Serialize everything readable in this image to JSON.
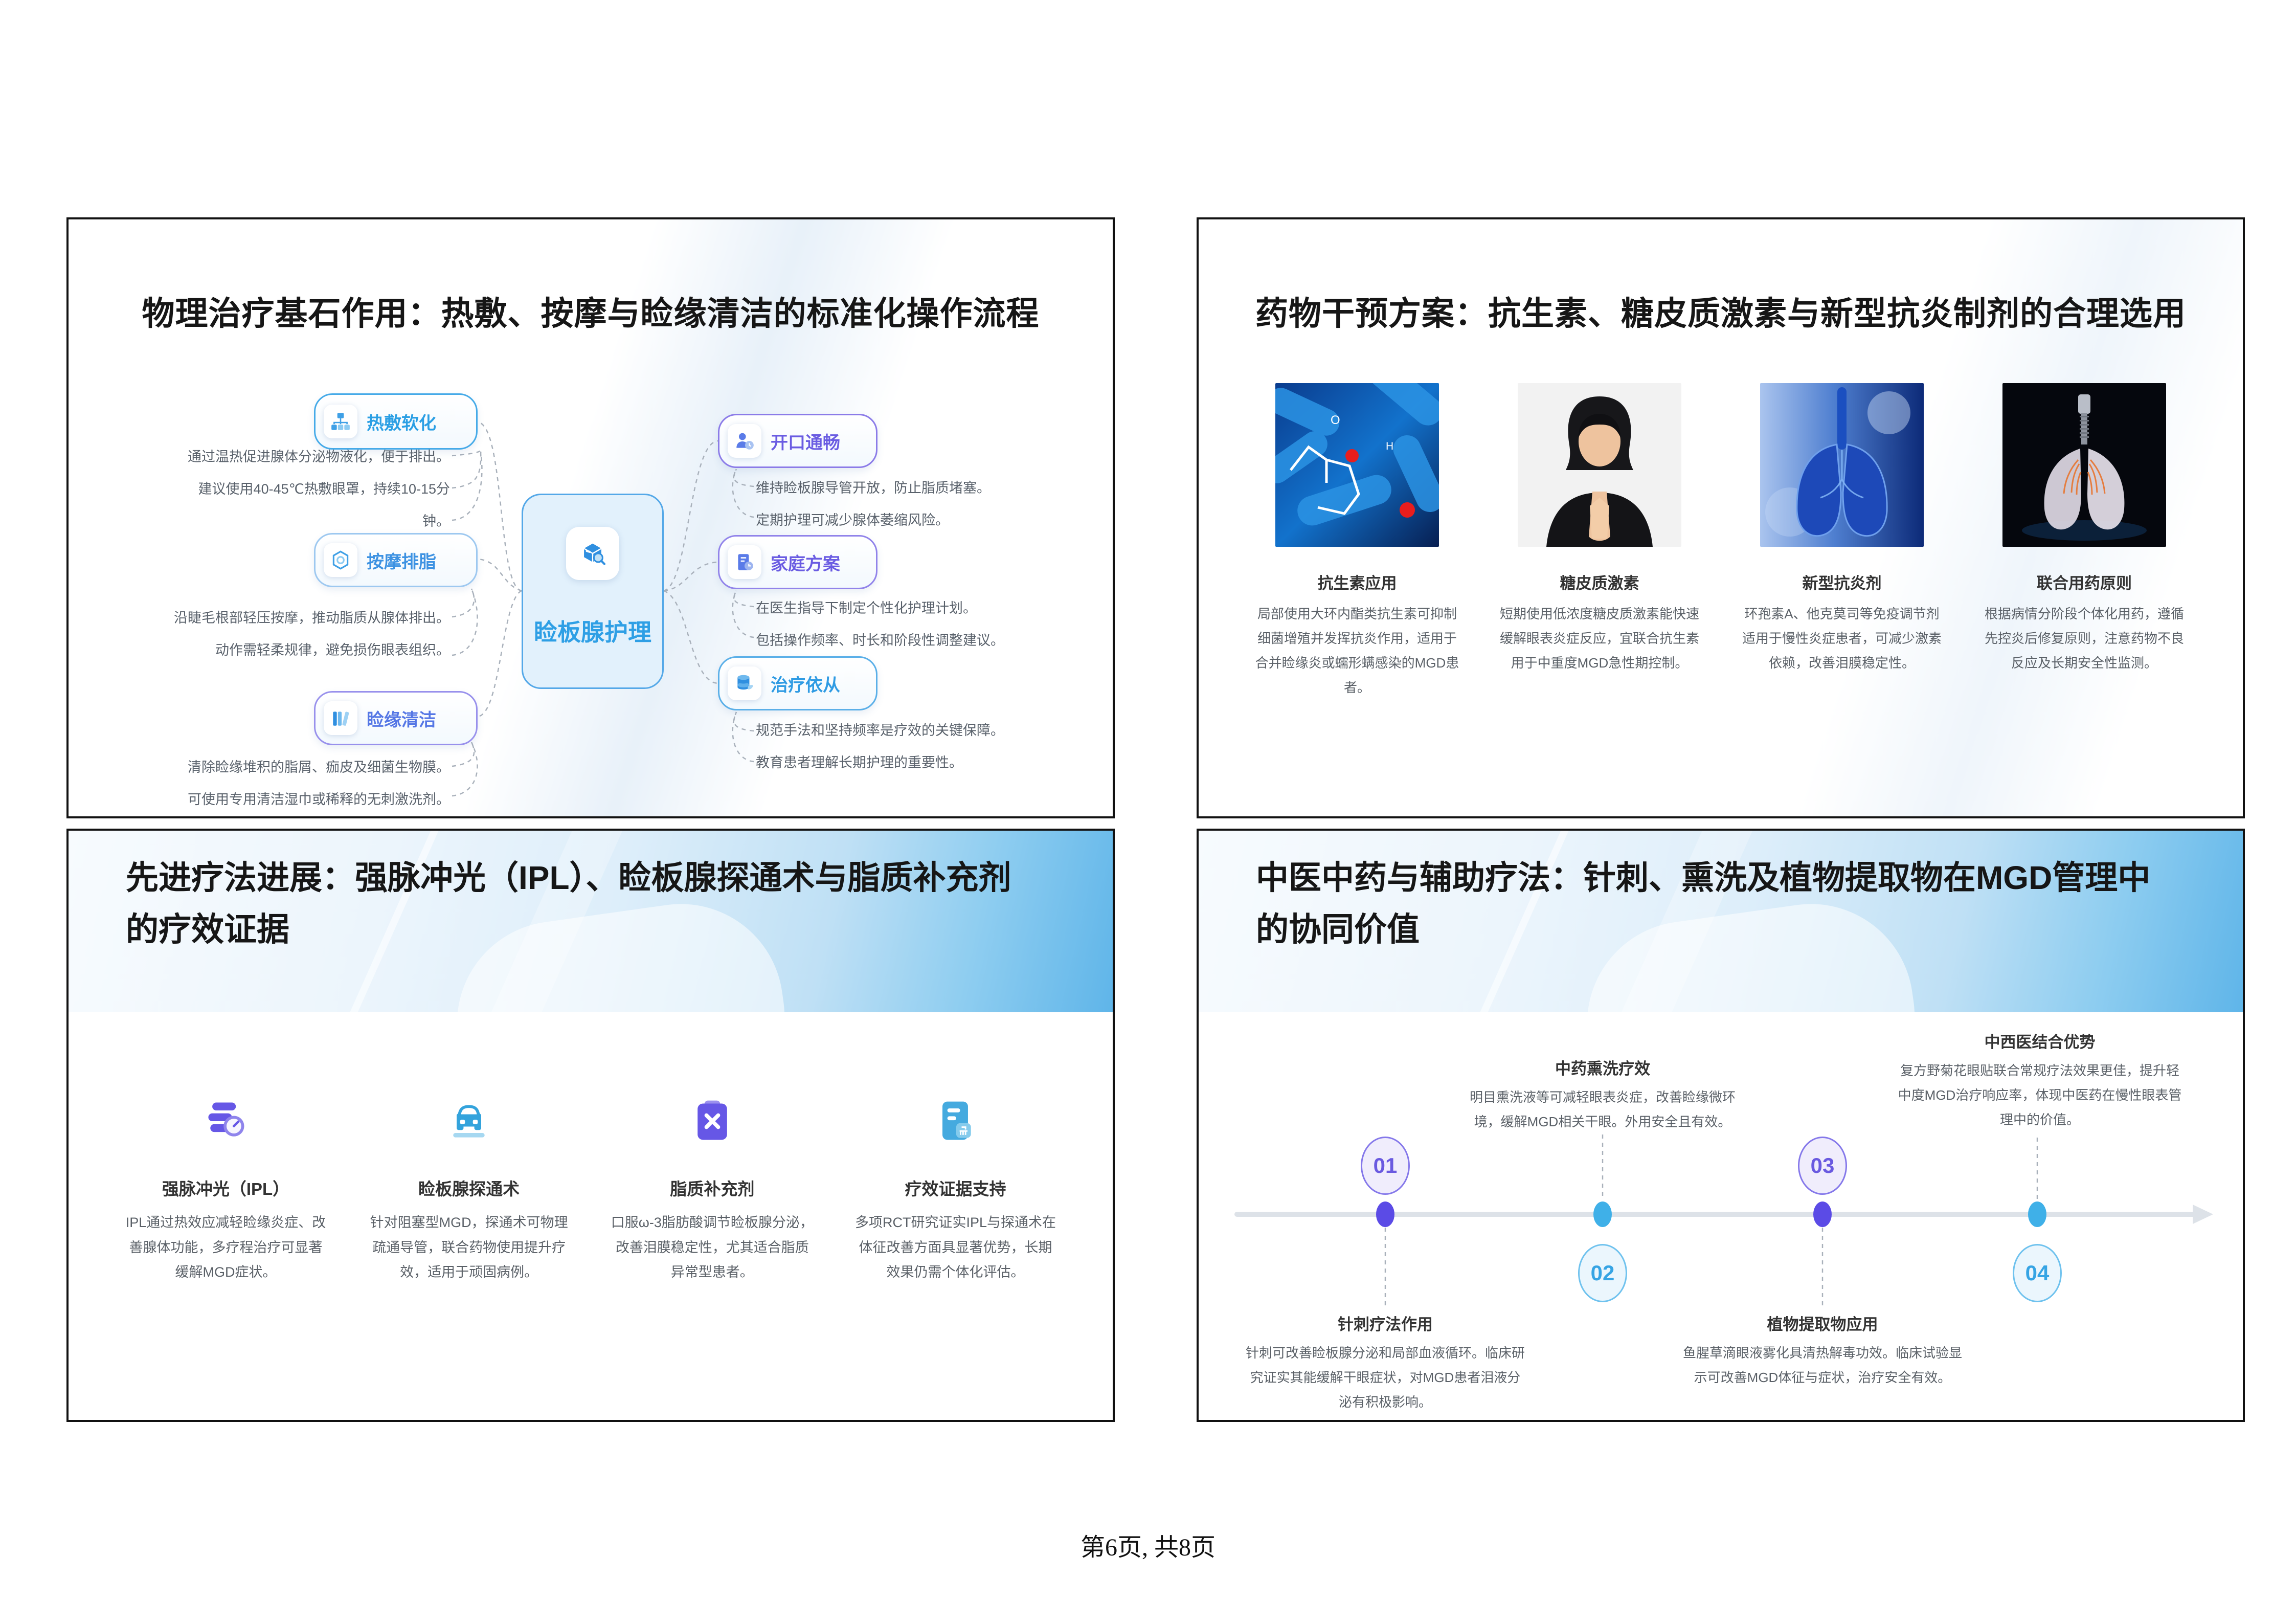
{
  "page": {
    "footer": "第6页, 共8页"
  },
  "accents": {
    "blue": "#2B9FE4",
    "light_blue": "#45B0E5",
    "purple": "#6A5AE0",
    "dash_gray": "#A9B1BB",
    "timeline_gray": "#DDE2E8",
    "text_gray": "#5a6067",
    "title_black": "#161616"
  },
  "panel1": {
    "title": "物理治疗基石作用：热敷、按摩与睑缘清洁的标准化操作流程",
    "center": {
      "label": "睑板腺护理",
      "icon": "box-search-icon"
    },
    "left_nodes": [
      {
        "label": "热敷软化",
        "icon": "sitemap-icon",
        "line1": "通过温热促进腺体分泌物液化，便于排出。",
        "line2": "建议使用40-45℃热敷眼罩，持续10-15分",
        "line3": "钟。"
      },
      {
        "label": "按摩排脂",
        "icon": "hexagon-icon",
        "line1": "沿睫毛根部轻压按摩，推动脂质从腺体排出。",
        "line2": "动作需轻柔规律，避免损伤眼表组织。"
      },
      {
        "label": "睑缘清洁",
        "icon": "books-icon",
        "line1": "清除睑缘堆积的脂屑、痂皮及细菌生物膜。",
        "line2": "可使用专用清洁湿巾或稀释的无刺激洗剂。"
      }
    ],
    "right_nodes": [
      {
        "label": "开口通畅",
        "icon": "person-clock-icon",
        "line1": "维持睑板腺导管开放，防止脂质堵塞。",
        "line2": "定期护理可减少腺体萎缩风险。"
      },
      {
        "label": "家庭方案",
        "icon": "file-clock-icon",
        "line1": "在医生指导下制定个性化护理计划。",
        "line2": "包括操作频率、时长和阶段性调整建议。"
      },
      {
        "label": "治疗依从",
        "icon": "database-leaf-icon",
        "line1": "规范手法和坚持频率是疗效的关键保障。",
        "line2": "教育患者理解长期护理的重要性。"
      }
    ]
  },
  "panel2": {
    "title": "药物干预方案：抗生素、糖皮质激素与新型抗炎制剂的合理选用",
    "cards": [
      {
        "caption": "抗生素应用",
        "image": "bacteria-molecule-photo",
        "desc": "局部使用大环内酯类抗生素可抑制细菌增殖并发挥抗炎作用，适用于合并睑缘炎或蠕形螨感染的MGD患者。"
      },
      {
        "caption": "糖皮质激素",
        "image": "woman-praying-hands-photo",
        "desc": "短期使用低浓度糖皮质激素能快速缓解眼表炎症反应，宜联合抗生素用于中重度MGD急性期控制。"
      },
      {
        "caption": "新型抗炎剂",
        "image": "blue-lungs-photo",
        "desc": "环孢素A、他克莫司等免疫调节剂适用于慢性炎症患者，可减少激素依赖，改善泪膜稳定性。"
      },
      {
        "caption": "联合用药原则",
        "image": "lungs-device-photo",
        "desc": "根据病情分阶段个体化用药，遵循先控炎后修复原则，注意药物不良反应及长期安全性监测。"
      }
    ]
  },
  "panel3": {
    "title_line1": "先进疗法进展：强脉冲光（IPL）、睑板腺探通术与脂质补充剂",
    "title_line2": "的疗效证据",
    "columns": [
      {
        "title": "强脉冲光（IPL）",
        "icon": "ipl-gauge-icon",
        "desc": "IPL通过热效应减轻睑缘炎症、改善腺体功能，多疗程治疗可显著缓解MGD症状。"
      },
      {
        "title": "睑板腺探通术",
        "icon": "car-icon",
        "desc": "针对阻塞型MGD，探通术可物理疏通导管，联合药物使用提升疗效，适用于顽固病例。"
      },
      {
        "title": "脂质补充剂",
        "icon": "clipboard-tools-icon",
        "desc": "口服ω-3脂肪酸调节睑板腺分泌，改善泪膜稳定性，尤其适合脂质异常型患者。"
      },
      {
        "title": "疗效证据支持",
        "icon": "report-badge-icon",
        "desc": "多项RCT研究证实IPL与探通术在体征改善方面具显著优势，长期效果仍需个体化评估。"
      }
    ]
  },
  "panel4": {
    "title_line1": "中医中药与辅助疗法：针刺、熏洗及植物提取物在MGD管理中",
    "title_line2": "的协同价值",
    "milestones": [
      {
        "number": "01",
        "position": "below",
        "title": "针刺疗法作用",
        "desc": "针刺可改善睑板腺分泌和局部血液循环。临床研究证实其能缓解干眼症状，对MGD患者泪液分泌有积极影响。"
      },
      {
        "number": "02",
        "position": "above",
        "title": "中药熏洗疗效",
        "desc": "明目熏洗液等可减轻眼表炎症，改善睑缘微环境，缓解MGD相关干眼。外用安全且有效。"
      },
      {
        "number": "03",
        "position": "below",
        "title": "植物提取物应用",
        "desc": "鱼腥草滴眼液雾化具清热解毒功效。临床试验显示可改善MGD体征与症状，治疗安全有效。"
      },
      {
        "number": "04",
        "position": "above",
        "title": "中西医结合优势",
        "desc": "复方野菊花眼贴联合常规疗法效果更佳，提升轻中度MGD治疗响应率，体现中医药在慢性眼表管理中的价值。"
      }
    ]
  }
}
